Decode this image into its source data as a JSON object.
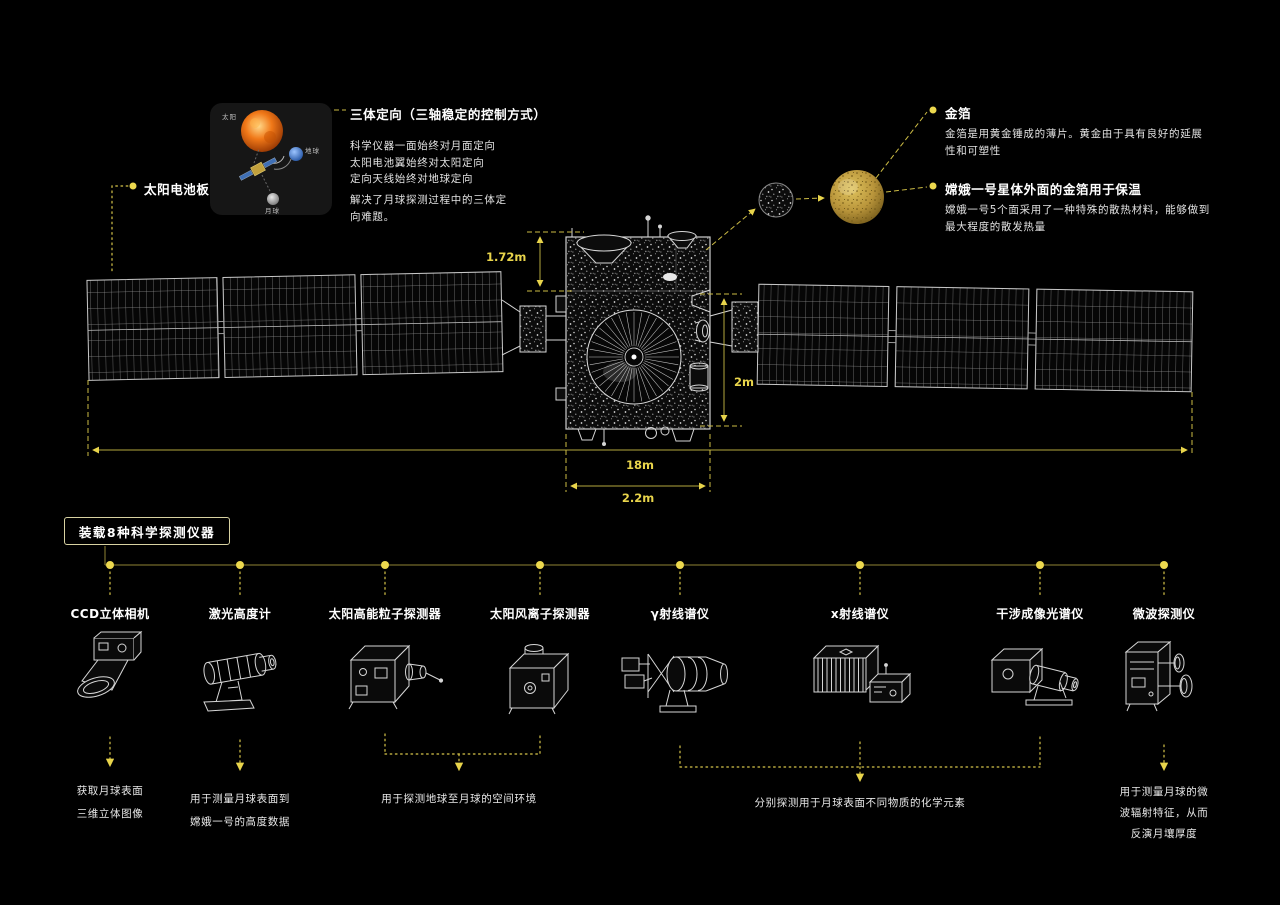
{
  "colors": {
    "background": "#000000",
    "accent_yellow": "#e8d44b",
    "guide_yellow": "#9d9138",
    "gold": "#b8943a",
    "text_white": "#ffffff"
  },
  "solar_panel": {
    "label": "太阳电池板"
  },
  "orientation": {
    "title": "三体定向（三轴稳定的控制方式）",
    "p1": [
      "科学仪器一面始终对月面定向",
      "太阳电池翼始终对太阳定向",
      "定向天线始终对地球定向"
    ],
    "p2": [
      "解决了月球探测过程中的三体定",
      "向难题。"
    ],
    "diagram": {
      "sun": "太阳",
      "earth": "地球",
      "moon": "月球"
    }
  },
  "gold_foil": {
    "label": "金箔",
    "desc": [
      "金箔是用黄金锤成的薄片。黄金由于具有良好的延展",
      "性和可塑性"
    ],
    "insulation_label": "嫦娥一号星体外面的金箔用于保温",
    "insulation_desc": [
      "嫦娥一号5个面采用了一种特殊的散热材料，能够做到",
      "最大程度的散发热量"
    ]
  },
  "dimensions": {
    "antenna_height": "1.72m",
    "body_height": "2m",
    "wingspan": "18m",
    "body_width": "2.2m"
  },
  "instruments": {
    "header": "装载8种科学探测仪器",
    "items": [
      {
        "name": "CCD立体相机",
        "icon": "ccd-stereo-camera-icon",
        "desc": [
          "获取月球表面",
          "三维立体图像"
        ]
      },
      {
        "name": "激光高度计",
        "icon": "laser-altimeter-icon",
        "desc": [
          "用于测量月球表面到",
          "嫦娥一号的高度数据"
        ]
      },
      {
        "name": "太阳高能粒子探测器",
        "icon": "solar-high-energy-particle-detector-icon"
      },
      {
        "name": "太阳风离子探测器",
        "icon": "solar-wind-ion-detector-icon"
      },
      {
        "name": "γ射线谱仪",
        "icon": "gamma-ray-spectrometer-icon"
      },
      {
        "name": "x射线谱仪",
        "icon": "x-ray-spectrometer-icon"
      },
      {
        "name": "干涉成像光谱仪",
        "icon": "interference-imaging-spectrometer-icon"
      },
      {
        "name": "微波探测仪",
        "icon": "microwave-detector-icon",
        "desc": [
          "用于测量月球的微",
          "波辐射特征，从而",
          "反演月壤厚度"
        ]
      }
    ],
    "group_descriptions": [
      {
        "text": "用于探测地球至月球的空间环境",
        "applies_to": [
          "太阳高能粒子探测器",
          "太阳风离子探测器"
        ]
      },
      {
        "text": "分别探测用于月球表面不同物质的化学元素",
        "applies_to": [
          "γ射线谱仪",
          "x射线谱仪",
          "干涉成像光谱仪"
        ]
      }
    ]
  }
}
